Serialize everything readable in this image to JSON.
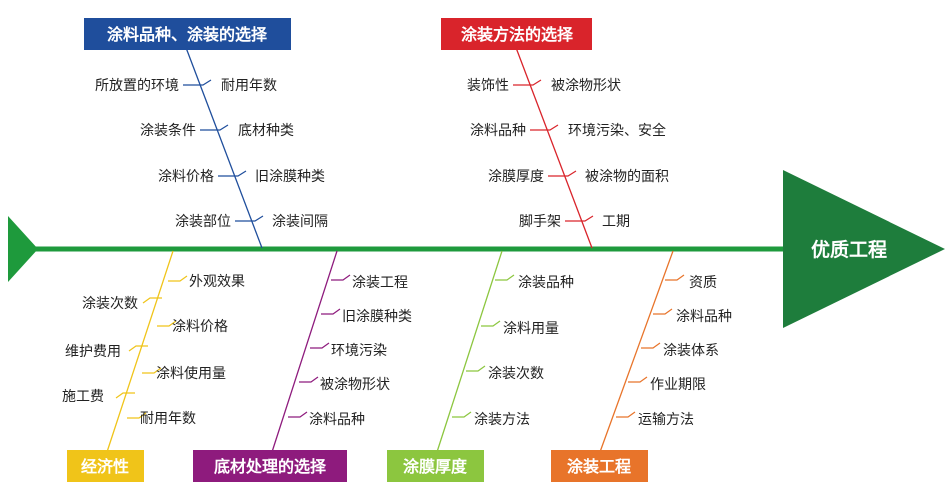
{
  "head": {
    "label": "优质工程",
    "color": "#1e7d3c"
  },
  "spine": {
    "color": "#1e9a3c"
  },
  "categories": [
    {
      "label": "涂料品种、涂装的选择",
      "color": "#1f4e9c",
      "left": [
        "所放置的环境",
        "涂装条件",
        "涂料价格",
        "涂装部位"
      ],
      "right": [
        "耐用年数",
        "底材种类",
        "旧涂膜种类",
        "涂装间隔"
      ]
    },
    {
      "label": "涂装方法的选择",
      "color": "#d9242b",
      "left": [
        "装饰性",
        "涂料品种",
        "涂膜厚度",
        "脚手架"
      ],
      "right": [
        "被涂物形状",
        "环境污染、安全",
        "被涂物的面积",
        "工期"
      ]
    },
    {
      "label": "经济性",
      "color": "#f0c419",
      "left": [
        "涂装次数",
        "维护费用",
        "施工费"
      ],
      "right": [
        "外观效果",
        "涂料价格",
        "涂料使用量",
        "耐用年数"
      ]
    },
    {
      "label": "底材处理的选择",
      "color": "#8e1b7d",
      "left": [],
      "right": [
        "涂装工程",
        "旧涂膜种类",
        "环境污染",
        "被涂物形状",
        "涂料品种"
      ]
    },
    {
      "label": "涂膜厚度",
      "color": "#8cc63f",
      "left": [],
      "right": [
        "涂装品种",
        "涂料用量",
        "涂装次数",
        "涂装方法"
      ]
    },
    {
      "label": "涂装工程",
      "color": "#e8742a",
      "left": [],
      "right": [
        "资质",
        "涂料品种",
        "涂装体系",
        "作业期限",
        "运输方法"
      ]
    }
  ]
}
